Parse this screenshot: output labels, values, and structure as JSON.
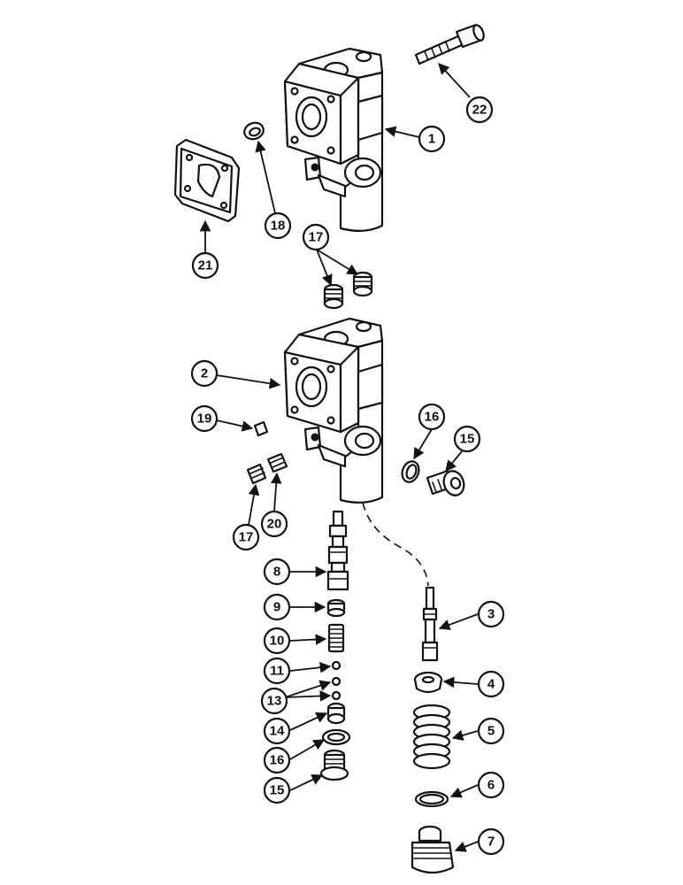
{
  "callouts": {
    "c1": "1",
    "c2": "2",
    "c3": "3",
    "c4": "4",
    "c5": "5",
    "c6": "6",
    "c7": "7",
    "c8": "8",
    "c9": "9",
    "c10": "10",
    "c11": "11",
    "c13": "13",
    "c14": "14",
    "c15a": "15",
    "c15b": "15",
    "c16a": "16",
    "c16b": "16",
    "c17a": "17",
    "c17b": "17",
    "c18": "18",
    "c19": "19",
    "c20": "20",
    "c21": "21",
    "c22": "22"
  }
}
